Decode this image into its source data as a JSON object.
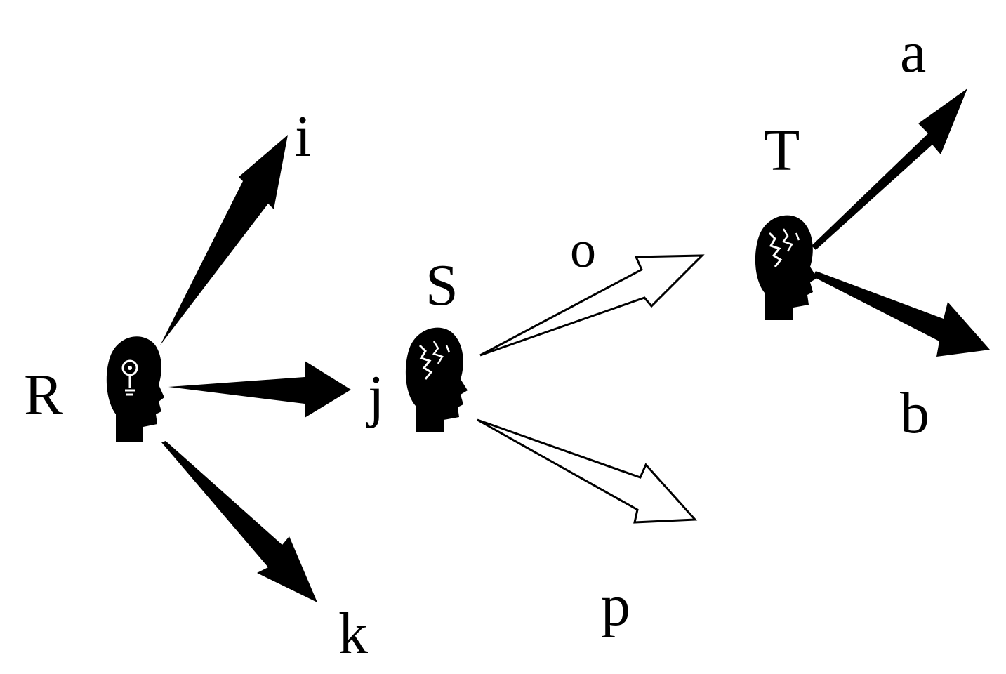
{
  "diagram": {
    "nodes": [
      {
        "id": "R",
        "label": "R",
        "icon": "head-lightbulb-icon"
      },
      {
        "id": "S",
        "label": "S",
        "icon": "head-brain-icon"
      },
      {
        "id": "T",
        "label": "T",
        "icon": "head-brain-icon"
      }
    ],
    "edges": [
      {
        "from": "R",
        "label": "i",
        "style": "filled"
      },
      {
        "from": "R",
        "label": "j",
        "style": "filled"
      },
      {
        "from": "R",
        "label": "k",
        "style": "filled"
      },
      {
        "from": "S",
        "label": "o",
        "style": "outline"
      },
      {
        "from": "S",
        "label": "p",
        "style": "outline"
      },
      {
        "from": "T",
        "label": "a",
        "style": "filled"
      },
      {
        "from": "T",
        "label": "b",
        "style": "filled"
      }
    ]
  },
  "colors": {
    "ink": "#000000",
    "background": "#ffffff"
  }
}
